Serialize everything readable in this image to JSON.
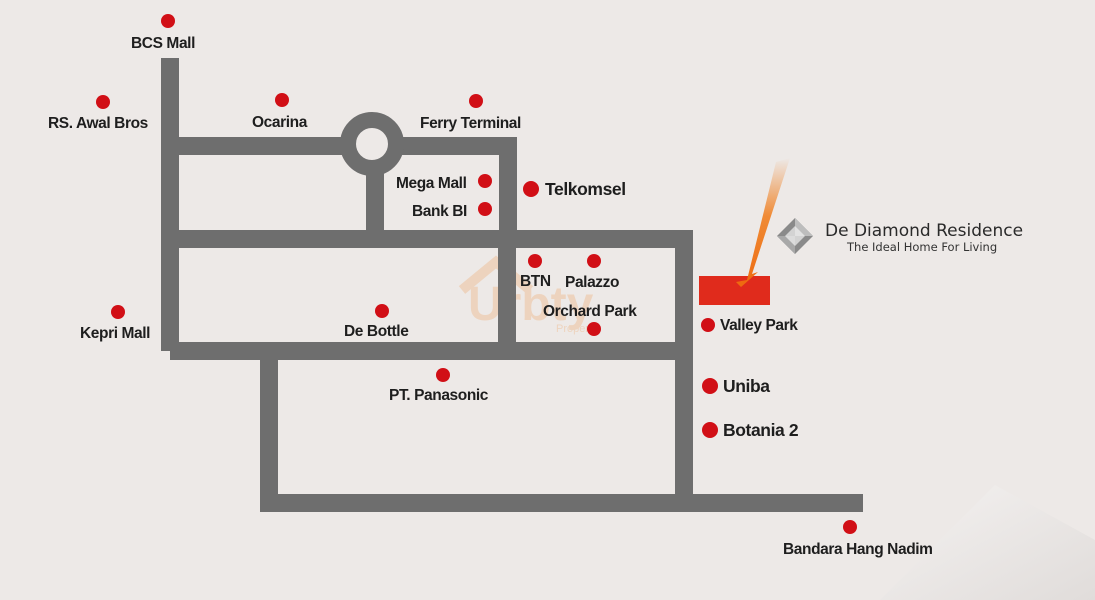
{
  "colors": {
    "background": "#ede9e7",
    "road": "#6e6e6e",
    "poi_dot": "#d10f16",
    "project_block": "#e02b1c",
    "arrow": "#f07a16"
  },
  "pois": [
    {
      "id": "bcs-mall",
      "label": "BCS Mall"
    },
    {
      "id": "rs-awal-bros",
      "label": "RS. Awal Bros"
    },
    {
      "id": "ocarina",
      "label": "Ocarina"
    },
    {
      "id": "ferry-terminal",
      "label": "Ferry Terminal"
    },
    {
      "id": "mega-mall",
      "label": "Mega Mall"
    },
    {
      "id": "bank-bi",
      "label": "Bank BI"
    },
    {
      "id": "telkomsel",
      "label": "Telkomsel"
    },
    {
      "id": "btn",
      "label": "BTN"
    },
    {
      "id": "palazzo",
      "label": "Palazzo"
    },
    {
      "id": "orchard-park",
      "label": "Orchard Park"
    },
    {
      "id": "kepri-mall",
      "label": "Kepri Mall"
    },
    {
      "id": "de-bottle",
      "label": "De Bottle"
    },
    {
      "id": "valley-park",
      "label": "Valley Park"
    },
    {
      "id": "pt-panasonic",
      "label": "PT. Panasonic"
    },
    {
      "id": "uniba",
      "label": "Uniba"
    },
    {
      "id": "botania-2",
      "label": "Botania 2"
    },
    {
      "id": "bandara-hang-nadim",
      "label": "Bandara Hang Nadim"
    }
  ],
  "brand": {
    "name": "De Diamond Residence",
    "tagline": "The Ideal Home For Living",
    "logo_icon": "diamond-logo-icon"
  },
  "watermark": {
    "text": "Urbty",
    "sub": "Property"
  }
}
